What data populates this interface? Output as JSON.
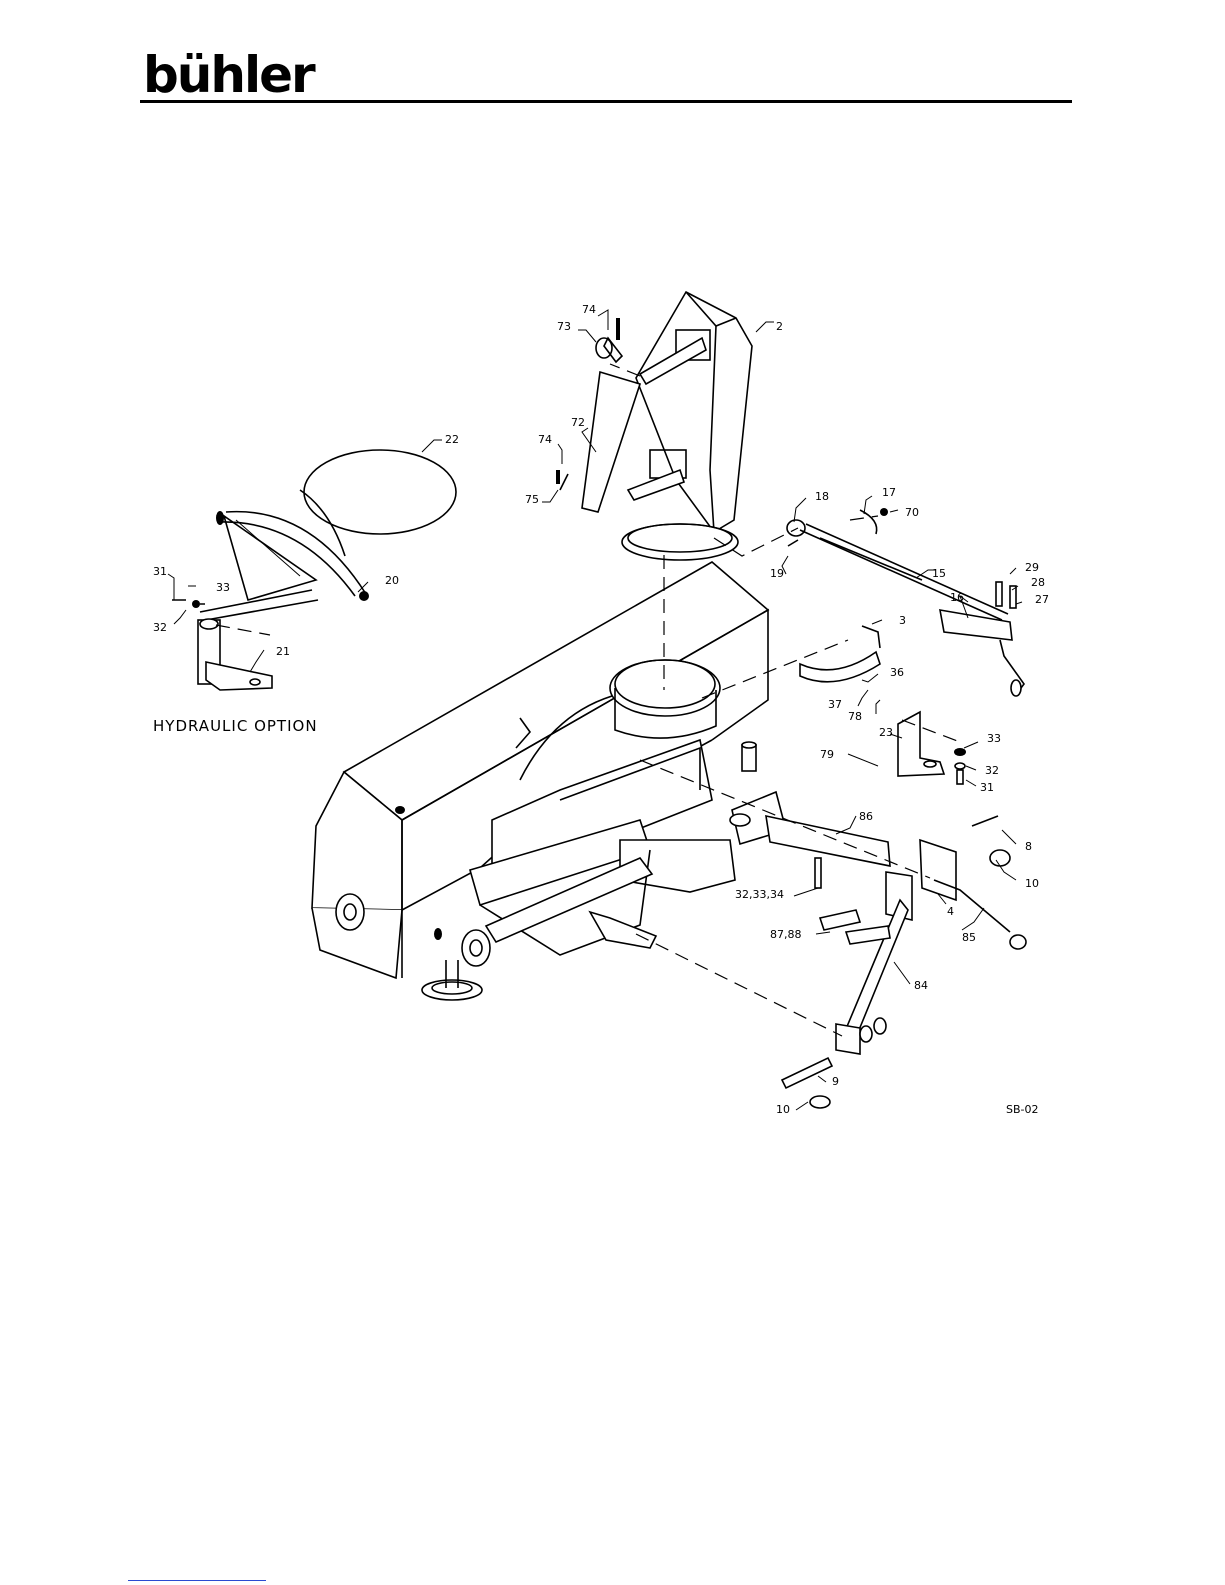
{
  "header": {
    "brand": "bühler"
  },
  "diagram": {
    "option_caption": "HYDRAULIC OPTION",
    "figure_code": "SB-02",
    "callouts": [
      {
        "id": "c74a",
        "text": "74"
      },
      {
        "id": "c73",
        "text": "73"
      },
      {
        "id": "c2",
        "text": "2"
      },
      {
        "id": "c72",
        "text": "72"
      },
      {
        "id": "c74b",
        "text": "74"
      },
      {
        "id": "c75",
        "text": "75"
      },
      {
        "id": "c22",
        "text": "22"
      },
      {
        "id": "c18",
        "text": "18"
      },
      {
        "id": "c17",
        "text": "17"
      },
      {
        "id": "c70",
        "text": "70"
      },
      {
        "id": "c19",
        "text": "19"
      },
      {
        "id": "c15",
        "text": "15"
      },
      {
        "id": "c16",
        "text": "16"
      },
      {
        "id": "c29",
        "text": "29"
      },
      {
        "id": "c28",
        "text": "28"
      },
      {
        "id": "c27",
        "text": "27"
      },
      {
        "id": "c31a",
        "text": "31"
      },
      {
        "id": "c33a",
        "text": "33"
      },
      {
        "id": "c32a",
        "text": "32"
      },
      {
        "id": "c20",
        "text": "20"
      },
      {
        "id": "c21",
        "text": "21"
      },
      {
        "id": "c3",
        "text": "3"
      },
      {
        "id": "c36",
        "text": "36"
      },
      {
        "id": "c37",
        "text": "37"
      },
      {
        "id": "c78",
        "text": "78"
      },
      {
        "id": "c23",
        "text": "23"
      },
      {
        "id": "c33b",
        "text": "33"
      },
      {
        "id": "c79",
        "text": "79"
      },
      {
        "id": "c32b",
        "text": "32"
      },
      {
        "id": "c31b",
        "text": "31"
      },
      {
        "id": "c86",
        "text": "86"
      },
      {
        "id": "c8",
        "text": "8"
      },
      {
        "id": "c10a",
        "text": "10"
      },
      {
        "id": "c323334",
        "text": "32,33,34"
      },
      {
        "id": "c4",
        "text": "4"
      },
      {
        "id": "c8788",
        "text": "87,88"
      },
      {
        "id": "c85",
        "text": "85"
      },
      {
        "id": "c84",
        "text": "84"
      },
      {
        "id": "c9",
        "text": "9"
      },
      {
        "id": "c10b",
        "text": "10"
      }
    ]
  }
}
